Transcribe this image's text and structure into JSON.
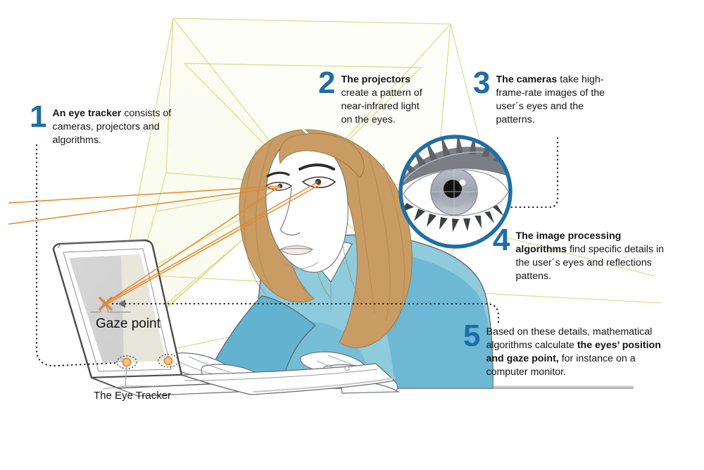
{
  "diagram": {
    "title_visible": false,
    "subject": "How eye tracking works",
    "colors": {
      "number_blue": "#1f6ca8",
      "eye_ring_blue": "#1d6ea9",
      "shirt_blue": "#8ecbdd",
      "shirt_blue_dark": "#62b2d0",
      "hair_tan": "#c89c63",
      "hair_tan_dark": "#b98a50",
      "beam_yellow": "#d8dd8e",
      "beam_fill": "#f7f8e3",
      "gaze_orange": "#e8872a",
      "dotted_black": "#1a1a1a",
      "screen_grey": "#d3d3d3",
      "outline_grey": "#555555",
      "text_black": "#141414"
    }
  },
  "callouts": [
    {
      "number": "1",
      "bold": "An eye tracker",
      "rest": " consists of cameras, projectors and algorithms."
    },
    {
      "number": "2",
      "bold": "The projectors",
      "rest": " create a pattern of near-infrared light on the eyes."
    },
    {
      "number": "3",
      "bold": "The cameras",
      "rest": " take high-frame-rate images of the user´s eyes and the patterns."
    },
    {
      "number": "4",
      "bold": "The image processing algorithms",
      "rest": " find specific details in the user´s eyes and reflections pattens."
    },
    {
      "number": "5",
      "lead": "Based on these details, mathematical algorithms calculate ",
      "bold": "the eyes’ position and gaze point,",
      "rest": " for instance on a computer monitor."
    }
  ],
  "labels": {
    "gaze_point": "Gaze point",
    "eye_tracker": "The Eye Tracker"
  },
  "icons": {
    "eye": "eye-illustration-icon",
    "gaze_cross": "gaze-point-cross-icon",
    "tracker_sensors": "tracker-sensor-dots-icon",
    "laptop": "laptop-icon",
    "person": "person-illustration-icon"
  }
}
